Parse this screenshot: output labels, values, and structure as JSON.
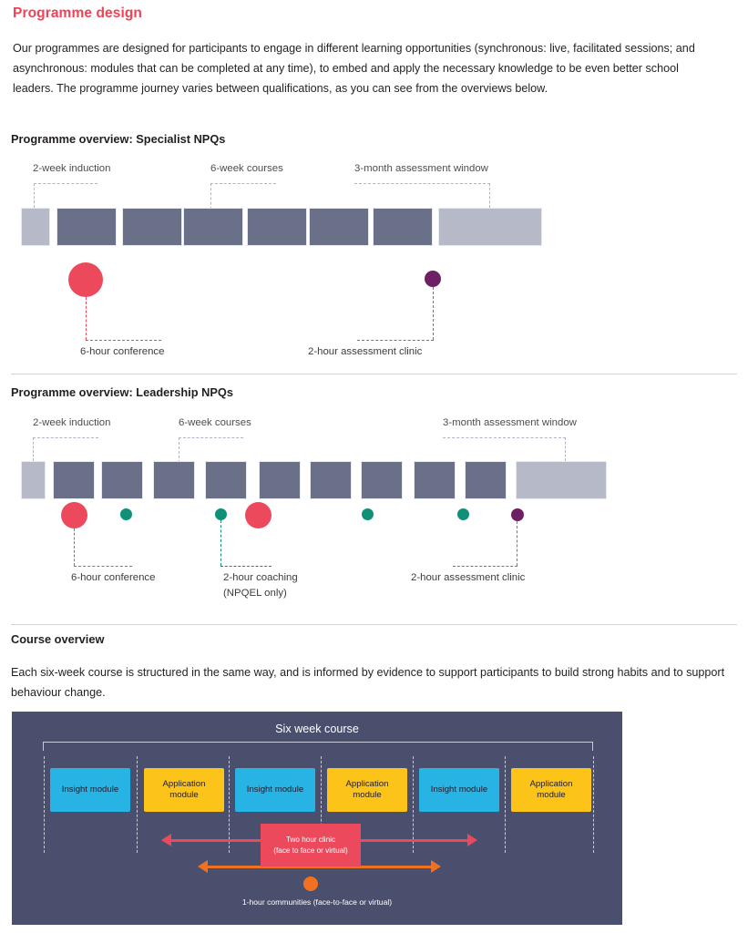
{
  "page": {
    "title": "Programme design",
    "intro": "Our programmes are designed for participants to engage in different learning opportunities (synchronous: live, facilitated sessions; and asynchronous: modules that can be completed at any time), to embed and apply the necessary knowledge to be even better school leaders. The programme journey varies between qualifications, as you can see from the overviews below."
  },
  "specialist": {
    "heading": "Programme overview: Specialist NPQs",
    "brackets": [
      {
        "label": "2-week induction"
      },
      {
        "label": "6-week courses"
      },
      {
        "label": "3-month assessment window"
      }
    ],
    "markers": [
      {
        "label": "6-hour conference",
        "type": "conference",
        "color": "#ec4a5c"
      },
      {
        "label": "2-hour assessment clinic",
        "type": "assessment-clinic",
        "color": "#6e2065"
      }
    ]
  },
  "leadership": {
    "heading": "Programme overview: Leadership NPQs",
    "brackets": [
      {
        "label": "2-week induction"
      },
      {
        "label": "6-week courses"
      },
      {
        "label": "3-month assessment window"
      }
    ],
    "markers": [
      {
        "label": "6-hour conference",
        "type": "conference",
        "color": "#ec4a5c"
      },
      {
        "label_line1": "2-hour coaching",
        "label_line2": "(NPQEL only)",
        "type": "coaching",
        "color": "#109177"
      },
      {
        "label": "2-hour assessment clinic",
        "type": "assessment-clinic",
        "color": "#6e2065"
      }
    ]
  },
  "course": {
    "heading": "Course overview",
    "intro": "Each six-week course is structured in the same way, and is informed by evidence to support participants to build strong habits and to support behaviour change.",
    "panel_title": "Six week course",
    "modules": [
      {
        "label": "Insight module",
        "type": "insight"
      },
      {
        "label_line1": "Application",
        "label_line2": "module",
        "type": "application"
      },
      {
        "label": "Insight module",
        "type": "insight"
      },
      {
        "label_line1": "Application",
        "label_line2": "module",
        "type": "application"
      },
      {
        "label": "Insight module",
        "type": "insight"
      },
      {
        "label_line1": "Application",
        "label_line2": "module",
        "type": "application"
      }
    ],
    "clinic": {
      "line1": "Two hour clinic",
      "line2": "(face to face or virtual)"
    },
    "communities": {
      "label": "1-hour communities (face-to-face or virtual)"
    }
  },
  "colors": {
    "accent_red": "#ef4256",
    "bar_dark": "#6b7089",
    "bar_light": "#b6b9c8",
    "panel_bg": "#4b4f6e",
    "insight": "#27b3e4",
    "application": "#fcc318",
    "teal": "#109177",
    "purple": "#6e2065",
    "orange": "#f0711f"
  }
}
